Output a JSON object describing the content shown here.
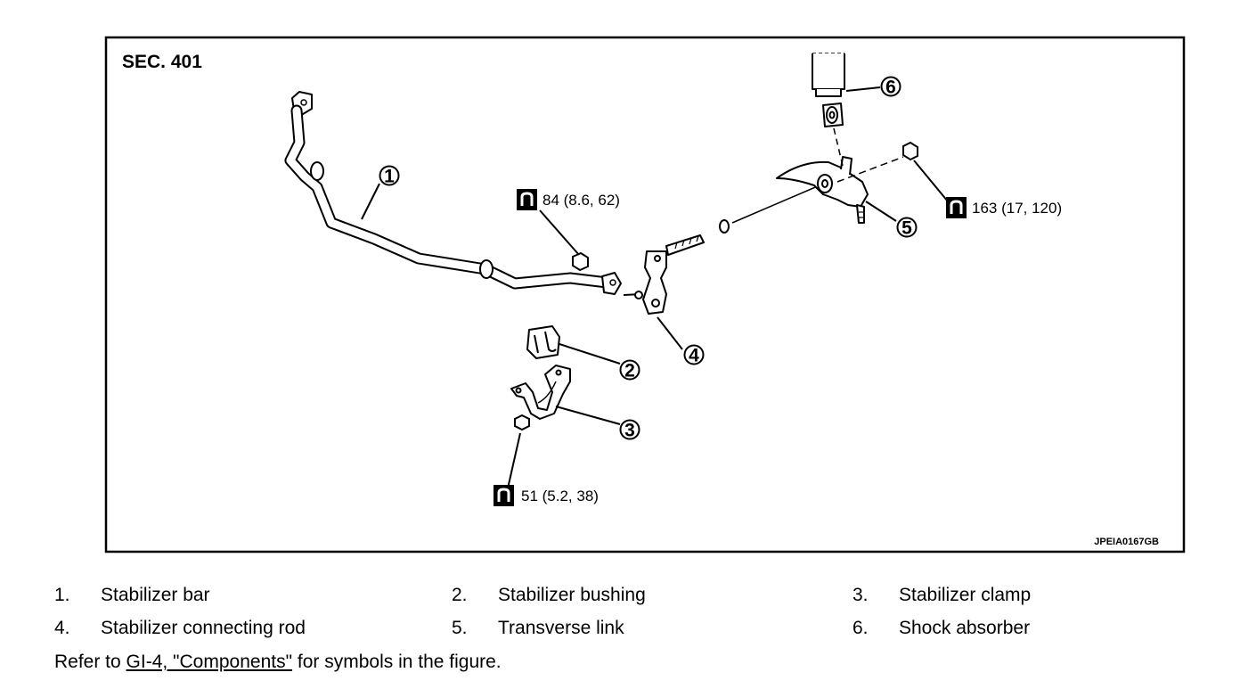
{
  "diagram": {
    "section_label": "SEC. 401",
    "image_code": "JPEIA0167GB",
    "callouts": [
      "1",
      "2",
      "3",
      "4",
      "5",
      "6"
    ],
    "torque_specs": [
      "84 (8.6, 62)",
      "163 (17, 120)",
      "51 (5.2, 38)"
    ],
    "torque_icon": "torque-wrench-icon"
  },
  "legend": [
    {
      "num": "1.",
      "label": "Stabilizer bar"
    },
    {
      "num": "2.",
      "label": "Stabilizer bushing"
    },
    {
      "num": "3.",
      "label": "Stabilizer clamp"
    },
    {
      "num": "4.",
      "label": "Stabilizer connecting rod"
    },
    {
      "num": "5.",
      "label": "Transverse link"
    },
    {
      "num": "6.",
      "label": "Shock absorber"
    }
  ],
  "note": {
    "prefix": "Refer to ",
    "link_text": "GI-4, \"Components\"",
    "suffix": " for symbols in the figure."
  }
}
